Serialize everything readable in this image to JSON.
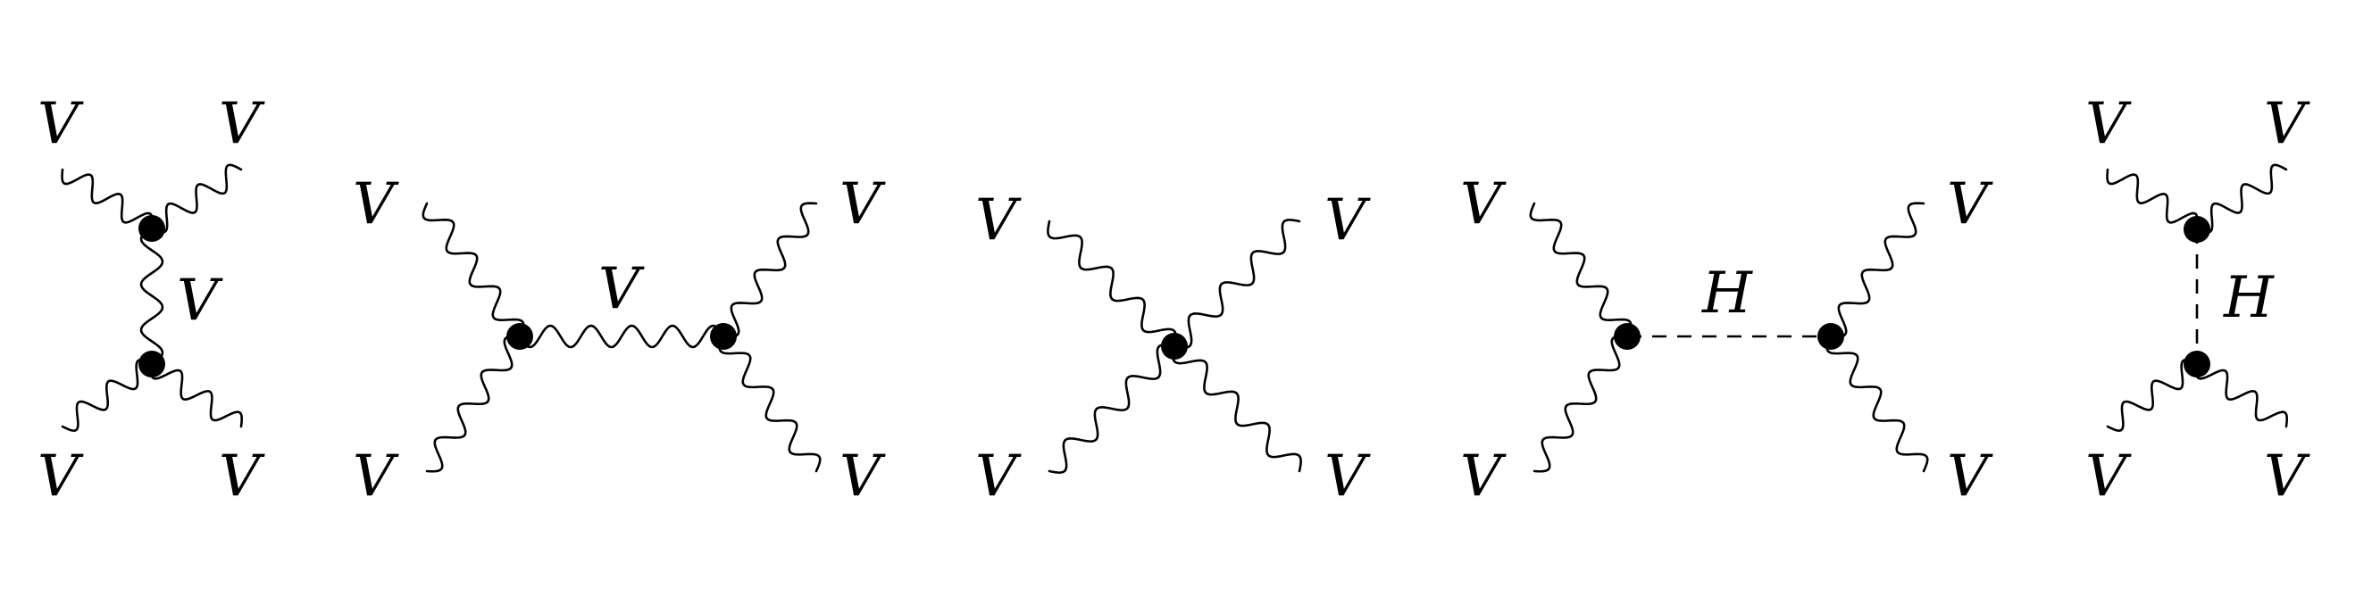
{
  "diagrams": [
    {
      "id": "d1",
      "channel": "t-channel",
      "mediator": "V",
      "external_labels": [
        "V",
        "V",
        "V",
        "V"
      ],
      "mediator_label": "V"
    },
    {
      "id": "d2",
      "channel": "s-channel",
      "mediator": "V",
      "external_labels": [
        "V",
        "V",
        "V",
        "V"
      ],
      "mediator_label": "V"
    },
    {
      "id": "d3",
      "channel": "contact",
      "mediator": "",
      "external_labels": [
        "V",
        "V",
        "V",
        "V"
      ],
      "mediator_label": ""
    },
    {
      "id": "d4",
      "channel": "s-channel",
      "mediator": "H",
      "external_labels": [
        "V",
        "V",
        "V",
        "V"
      ],
      "mediator_label": "H"
    },
    {
      "id": "d5",
      "channel": "t-channel",
      "mediator": "H",
      "external_labels": [
        "V",
        "V",
        "V",
        "V"
      ],
      "mediator_label": "H"
    }
  ]
}
